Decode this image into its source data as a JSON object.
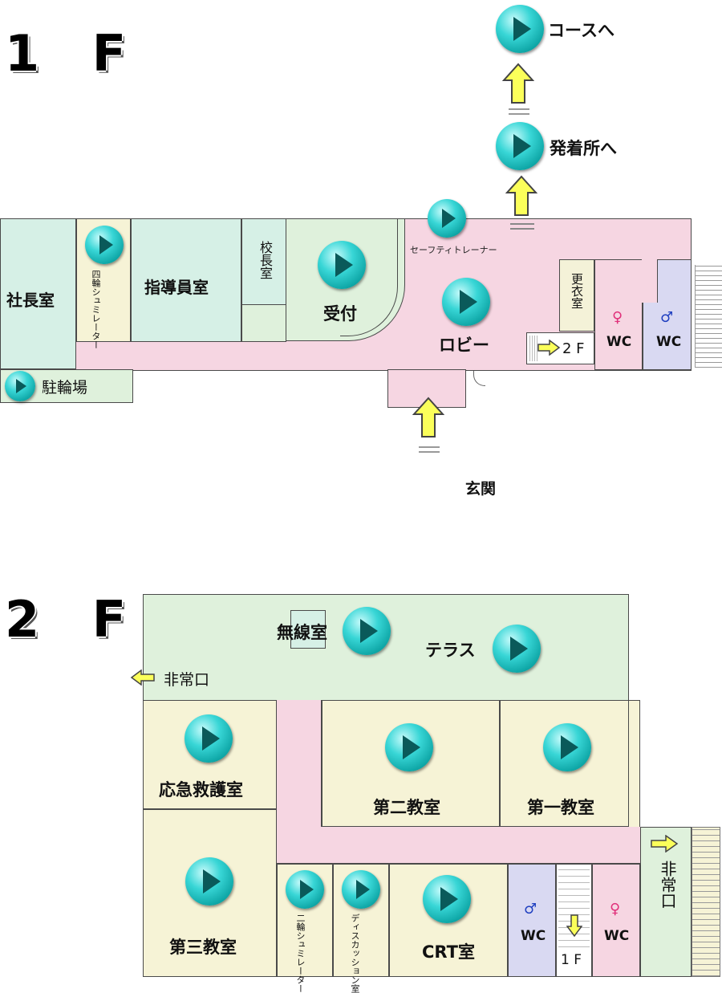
{
  "floor1": {
    "title": "1 F",
    "labels": {
      "to_course": "コースへ",
      "to_start": "発着所へ",
      "safety_trainer": "セーフティトレーナー",
      "president_room": "社長室",
      "four_wheel_sim": "四輪シュミレーター",
      "instructor_room": "指導員室",
      "principal_room": "校長室",
      "reception": "受付",
      "lobby": "ロビー",
      "changing_room": "更衣室",
      "stairs_2f": "2 F",
      "wc_women": "WC",
      "wc_men": "WC",
      "bicycle_parking": "駐輪場",
      "entrance": "玄関"
    }
  },
  "floor2": {
    "title": "2 F",
    "labels": {
      "radio_room": "無線室",
      "terrace": "テラス",
      "emergency_exit_left": "非常口",
      "first_aid_room": "応急救護室",
      "classroom_2": "第二教室",
      "classroom_1": "第一教室",
      "classroom_3": "第三教室",
      "two_wheel_sim": "二輪シュミレーター",
      "discussion_room": "ディスカッション室",
      "crt_room": "CRT室",
      "wc_men": "WC",
      "wc_women": "WC",
      "stairs_1f": "1 F",
      "emergency_exit_right": "非常口"
    }
  },
  "icons": {
    "play": "play-button-icon",
    "up_arrow": "up-arrow-icon",
    "right_arrow": "right-arrow-icon",
    "left_arrow": "left-arrow-icon",
    "down_arrow": "down-arrow-icon",
    "woman": "woman-icon",
    "man": "man-icon"
  },
  "colors": {
    "room_green": "#dff1dc",
    "corridor_pink": "#f6d6e2",
    "room_cream": "#f6f3d6",
    "wc_lavender": "#d9d9f2",
    "button_teal": "#1bbcbc",
    "arrow_yellow": "#fbff5a"
  }
}
